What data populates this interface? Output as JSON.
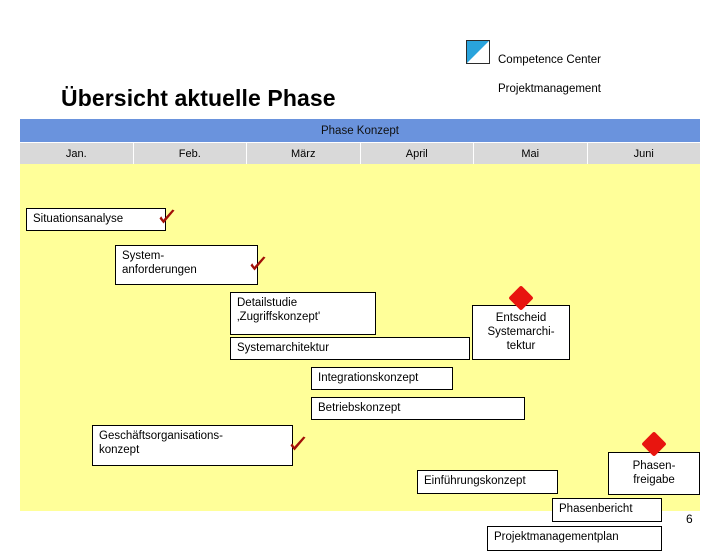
{
  "logo": {
    "icon": "blue-triangle-logo",
    "line1": "Competence Center",
    "line2": "Projektmanagement",
    "accent_color": "#29a3dc"
  },
  "title": "Übersicht aktuelle Phase",
  "page_number": "6",
  "gantt": {
    "phase_label": "Phase Konzept",
    "phase_bar_color": "#6a93dd",
    "chart_background": "#ffff99",
    "month_header_color": "#d9d9d9",
    "months": [
      "Jan.",
      "Feb.",
      "März",
      "April",
      "Mai",
      "Juni"
    ],
    "marker_color": "#e8150f",
    "check_color": "#a01008",
    "tasks": [
      {
        "label": "Situationsanalyse",
        "done": true
      },
      {
        "label": "System-\nanforderungen",
        "done": true
      },
      {
        "label": "Detailstudie\n‚Zugriffskonzept'",
        "done": false
      },
      {
        "label": "Systemarchitektur",
        "done": false
      },
      {
        "label": "Integrationskonzept",
        "done": false
      },
      {
        "label": "Betriebskonzept",
        "done": false
      },
      {
        "label": "Geschäftsorganisations-\nkonzept",
        "done": true
      },
      {
        "label": "Einführungskonzept",
        "done": false
      },
      {
        "label": "Phasenbericht",
        "done": false
      },
      {
        "label": "Projektmanagementplan",
        "done": false
      }
    ],
    "milestones": [
      {
        "label": "Entscheid\nSystemarchi-\ntektur"
      },
      {
        "label": "Phasen-\nfreigabe"
      }
    ]
  }
}
